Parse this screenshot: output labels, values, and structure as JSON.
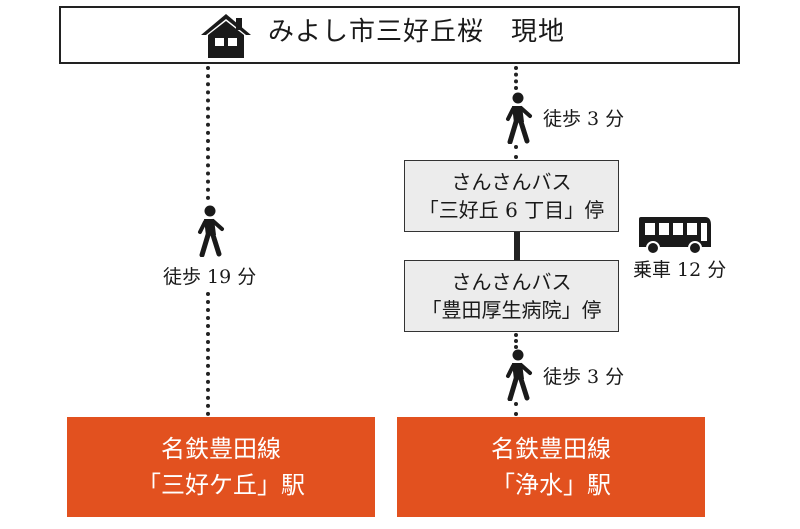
{
  "header": {
    "title": "みよし市三好丘桜　現地",
    "icon": "house-icon"
  },
  "left_route": {
    "label": "徒歩 19 分",
    "icon": "walking-person-icon"
  },
  "right_route": {
    "walk1_label": "徒歩 3 分",
    "walk2_label": "徒歩 3 分",
    "icon": "walking-person-icon",
    "bus_icon": "bus-icon",
    "bus_label": "乗車 12 分",
    "stop1": {
      "line1": "さんさんバス",
      "line2": "「三好丘 6 丁目」停"
    },
    "stop2": {
      "line1": "さんさんバス",
      "line2": "「豊田厚生病院」停"
    }
  },
  "stations": {
    "left": {
      "line1": "名鉄豊田線",
      "line2": "「三好ケ丘」駅"
    },
    "right": {
      "line1": "名鉄豊田線",
      "line2": "「浄水」駅"
    }
  },
  "colors": {
    "station_fill": "#e2511f",
    "stop_fill": "#ececec",
    "line": "#222222"
  }
}
